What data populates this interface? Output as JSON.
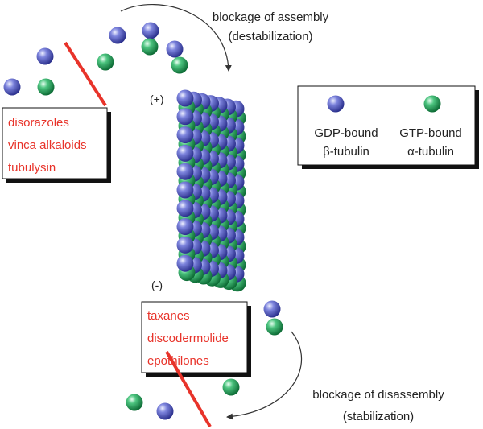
{
  "colors": {
    "blue_subunit": "#4a52b8",
    "green_subunit": "#1fa05a",
    "drug_text": "#e8332a",
    "inhibitor_bar": "#e8332a",
    "arrow": "#333333"
  },
  "top_annotation": {
    "line1": "blockage of assembly",
    "line2": "(destabilization)"
  },
  "bottom_annotation": {
    "line1": "blockage of disassembly",
    "line2": "(stabilization)"
  },
  "plus_end_label": "(+)",
  "minus_end_label": "(-)",
  "destabilizers": [
    "disorazoles",
    "vinca alkaloids",
    "tubulysin"
  ],
  "stabilizers": [
    "taxanes",
    "discodermolide",
    "epothilones"
  ],
  "legend": {
    "blue_label_line1": "GDP-bound",
    "blue_label_line2": "β-tubulin",
    "green_label_line1": "GTP-bound",
    "green_label_line2": "α-tubulin",
    "blue_icon": "blue-sphere",
    "green_icon": "green-sphere"
  }
}
